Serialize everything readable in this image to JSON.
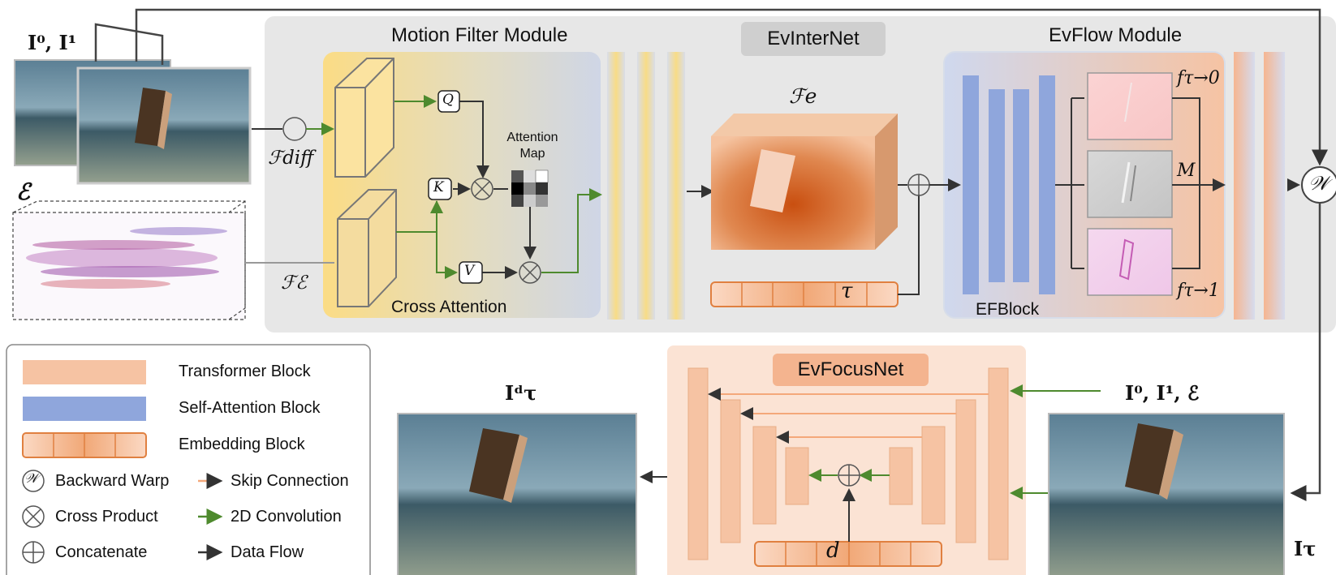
{
  "labels": {
    "motion_filter": "Motion Filter Module",
    "evinternet": "EvInterNet",
    "evflow": "EvFlow Module",
    "cross_attention": "Cross Attention",
    "efblock": "EFBlock",
    "evfocusnet": "EvFocusNet",
    "attention_map_1": "Attention",
    "attention_map_2": "Map",
    "q": "Q",
    "k": "K",
    "v": "V",
    "inputs": "I⁰, I¹",
    "events": "ℰ",
    "f_diff": "ℱdiff",
    "f_events": "ℱℰ",
    "f_e": "ℱe",
    "tau": "τ",
    "f_to_0": "fτ→0",
    "mask": "M",
    "f_to_1": "fτ→1",
    "warp": "𝒲",
    "output": "Iᵈτ",
    "focus_inputs": "I⁰, I¹, ℰ",
    "i_tau": "Iτ",
    "d": "d"
  },
  "legend": {
    "transformer": "Transformer Block",
    "self_attention": "Self-Attention Block",
    "embedding": "Embedding Block",
    "backward_warp": "Backward Warp",
    "cross_product": "Cross Product",
    "concatenate": "Concatenate",
    "skip": "Skip Connection",
    "conv": "2D Convolution",
    "data_flow": "Data Flow"
  },
  "colors": {
    "transformer_block": "#f6c3a3",
    "self_attention_block": "#8fa6dc",
    "embedding_border": "#e08040",
    "conv_arrow": "#4e8a2e",
    "skip_arrow": "#f4a87a",
    "data_flow_arrow": "#333333",
    "evinternet_bg": "#e7e7e7",
    "evfocusnet_bg": "#fbe3d4"
  }
}
